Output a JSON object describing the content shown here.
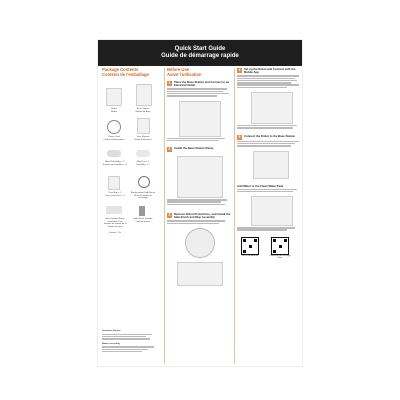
{
  "header": {
    "title_en": "Quick Start Guide",
    "title_fr": "Guide de démarrage rapide"
  },
  "package": {
    "title_en": "Package Contents",
    "title_fr": "Contenu de l'emballage",
    "items": [
      {
        "en": "Robot",
        "fr": "Robot"
      },
      {
        "en": "Base Station",
        "fr": "Station de base"
      },
      {
        "en": "Power Cord",
        "fr": "Cordon d'alimentation"
      },
      {
        "en": "User Manual",
        "fr": "Guide d'utilisateur"
      },
      {
        "en": "Mop Pad Holder × 2",
        "fr": "Support de serpillière × 2"
      },
      {
        "en": "Mop Pad × 2",
        "fr": "Serpillière × 2"
      },
      {
        "en": "Dust Bag × 1",
        "fr": "Sac à poussière × 1"
      },
      {
        "en": "Replacement Side Brush",
        "fr": "Brosse latérale de rechange"
      },
      {
        "en": "Base Station Ramp Installation Pad",
        "fr": "Tampon de rampe de la station de base"
      },
      {
        "en": "Side Brush Installer",
        "fr": "Outil de brosse"
      },
      {
        "en": "Screws",
        "fr": "Vis"
      }
    ],
    "service_title": "Customer Service",
    "recycle_title": "Battery recycling"
  },
  "before": {
    "title_en": "Before Use",
    "title_fr": "Avant l'utilisation",
    "steps": [
      {
        "num": "1",
        "text": "Place the Base Station and Connect to an Electrical Outlet"
      },
      {
        "num": "2",
        "text": "Install the Base Station Ramp"
      },
      {
        "num": "3",
        "text": "Remove Robot Protections, and Install the Side Brush and Mop Assembly"
      }
    ]
  },
  "setup": {
    "steps": [
      {
        "num": "4",
        "text": "Set up the Robot and Connect with the Mobile App"
      },
      {
        "num": "5",
        "text": "Connect the Robot to the Base Station"
      }
    ],
    "water_title": "Add Water to the Clean Water Tank",
    "qr_labels": [
      "Get it on Android",
      "Download on the App Store"
    ]
  }
}
